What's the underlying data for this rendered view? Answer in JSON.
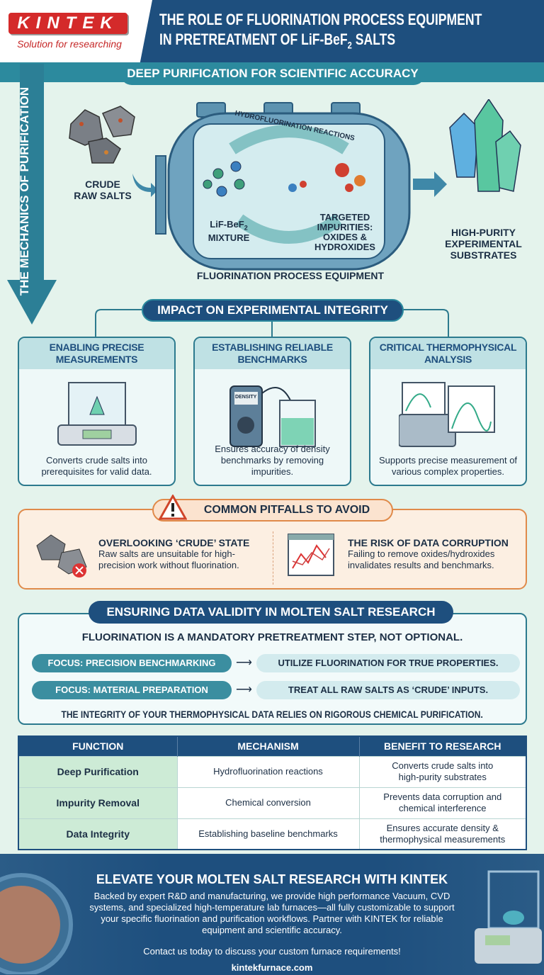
{
  "logo": {
    "brand": "KINTEK",
    "tagline": "Solution for researching"
  },
  "header": {
    "title_line1": "THE ROLE OF FLUORINATION PROCESS EQUIPMENT",
    "title_line2_pre": "IN PRETREATMENT OF LiF-BeF",
    "title_sub": "2",
    "title_line2_post": " SALTS"
  },
  "mechanics": {
    "banner": "DEEP PURIFICATION FOR SCIENTIFIC ACCURACY",
    "side_label": "THE MECHANICS OF PURIFICATION",
    "crude_line1": "CRUDE",
    "crude_line2": "RAW SALTS",
    "reactions": "HYDROFLUORINATION REACTIONS",
    "mixture_line1": "LiF-BeF",
    "mixture_sub": "2",
    "mixture_line2": "MIXTURE",
    "impurities": [
      "TARGETED",
      "IMPURITIES:",
      "OXIDES &",
      "HYDROXIDES"
    ],
    "equipment": "FLUORINATION PROCESS EQUIPMENT",
    "output": [
      "HIGH-PURITY",
      "EXPERIMENTAL",
      "SUBSTRATES"
    ]
  },
  "impact": {
    "title": "IMPACT ON EXPERIMENTAL INTEGRITY",
    "cards": [
      {
        "title": "ENABLING PRECISE MEASUREMENTS",
        "text": "Converts crude salts into prerequisites for valid data."
      },
      {
        "title": "ESTABLISHING RELIABLE BENCHMARKS",
        "text": "Ensures accuracy of density benchmarks by removing impurities.",
        "device_label": "DENSITY"
      },
      {
        "title": "CRITICAL THERMOPHYSICAL ANALYSIS",
        "text": "Supports precise measurement of various complex properties."
      }
    ]
  },
  "pitfalls": {
    "title": "COMMON PITFALLS TO AVOID",
    "items": [
      {
        "title": "OVERLOOKING ‘CRUDE’ STATE",
        "text": "Raw salts are unsuitable for high-precision work without fluorination."
      },
      {
        "title": "THE RISK OF DATA CORRUPTION",
        "text": "Failing to remove oxides/hydroxides invalidates results and benchmarks."
      }
    ]
  },
  "validity": {
    "title": "ENSURING DATA VALIDITY IN MOLTEN SALT RESEARCH",
    "statement": "FLUORINATION IS A MANDATORY PRETREATMENT STEP, NOT OPTIONAL.",
    "rows": [
      {
        "focus": "FOCUS: PRECISION BENCHMARKING",
        "action": "UTILIZE FLUORINATION FOR TRUE PROPERTIES."
      },
      {
        "focus": "FOCUS: MATERIAL PREPARATION",
        "action": "TREAT ALL RAW SALTS AS ‘CRUDE’ INPUTS."
      }
    ],
    "conclusion": "THE INTEGRITY OF YOUR THERMOPHYSICAL DATA RELIES ON RIGOROUS CHEMICAL PURIFICATION."
  },
  "table": {
    "headers": [
      "FUNCTION",
      "MECHANISM",
      "BENEFIT TO RESEARCH"
    ],
    "rows": [
      [
        "Deep Purification",
        "Hydrofluorination reactions",
        "Converts crude salts into high-purity substrates"
      ],
      [
        "Impurity Removal",
        "Chemical conversion",
        "Prevents data corruption and chemical interference"
      ],
      [
        "Data Integrity",
        "Establishing baseline benchmarks",
        "Ensures accurate density & thermophysical measurements"
      ]
    ]
  },
  "footer": {
    "title": "ELEVATE YOUR MOLTEN SALT RESEARCH WITH KINTEK",
    "body": "Backed by expert R&D and manufacturing, we provide high performance Vacuum, CVD systems, and specialized high-temperature lab furnaces—all fully customizable to support your specific fluorination and purification workflows. Partner with KINTEK for reliable equipment and scientific accuracy.",
    "cta": "Contact us today to discuss your custom furnace requirements!",
    "url": "kintekfurnace.com"
  },
  "colors": {
    "navy": "#1e4f7e",
    "teal": "#2c8a9e",
    "mint": "#e4f3ec",
    "warning": "#e08a4a",
    "brand_red": "#d42a2a"
  }
}
